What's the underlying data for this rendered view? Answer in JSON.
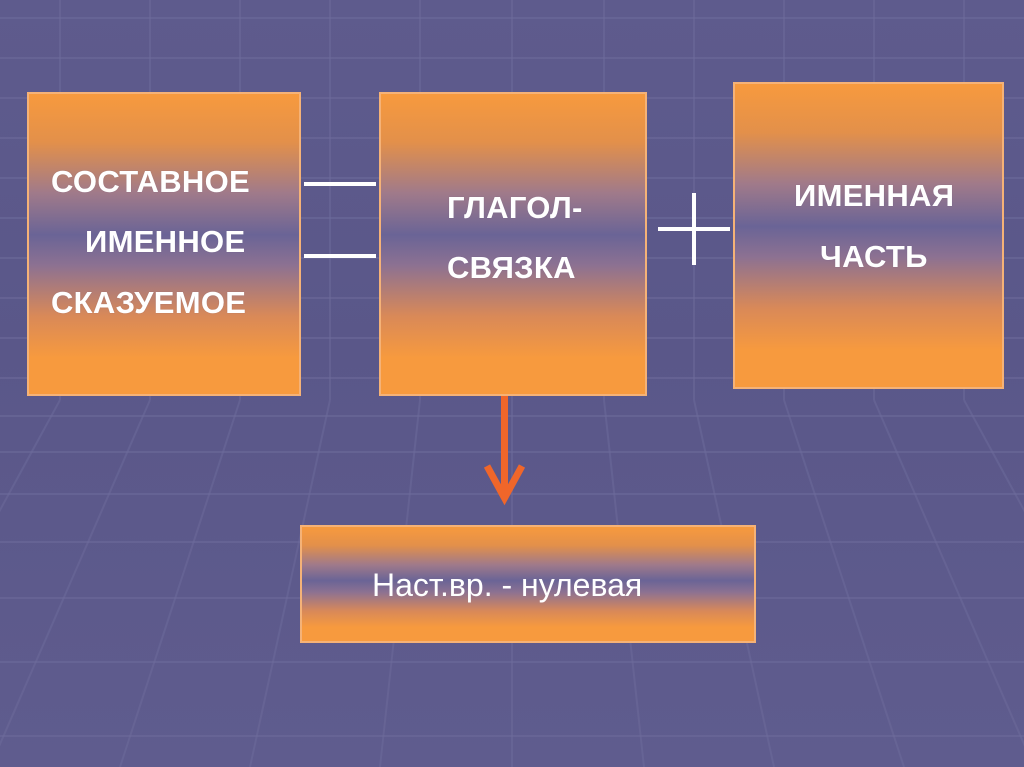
{
  "diagram": {
    "box1": {
      "lines": [
        "СОСТАВНОЕ",
        "ИМЕННОЕ",
        "СКАЗУЕМОЕ"
      ]
    },
    "equals_symbol": "=",
    "box2": {
      "lines": [
        "ГЛАГОЛ-",
        "СВЯЗКА"
      ]
    },
    "plus_symbol": "+",
    "box3": {
      "lines": [
        "ИМЕННАЯ",
        "ЧАСТЬ"
      ]
    },
    "arrow_icon": "arrow-down",
    "result_box": {
      "text": "Наст.вр. - нулевая"
    }
  },
  "colors": {
    "background": "#5d5a8c",
    "box_orange": "#f79a3e",
    "box_purple": "#6a6496",
    "arrow": "#f0662a",
    "symbols": "#ffffff",
    "text": "#ffffff"
  }
}
